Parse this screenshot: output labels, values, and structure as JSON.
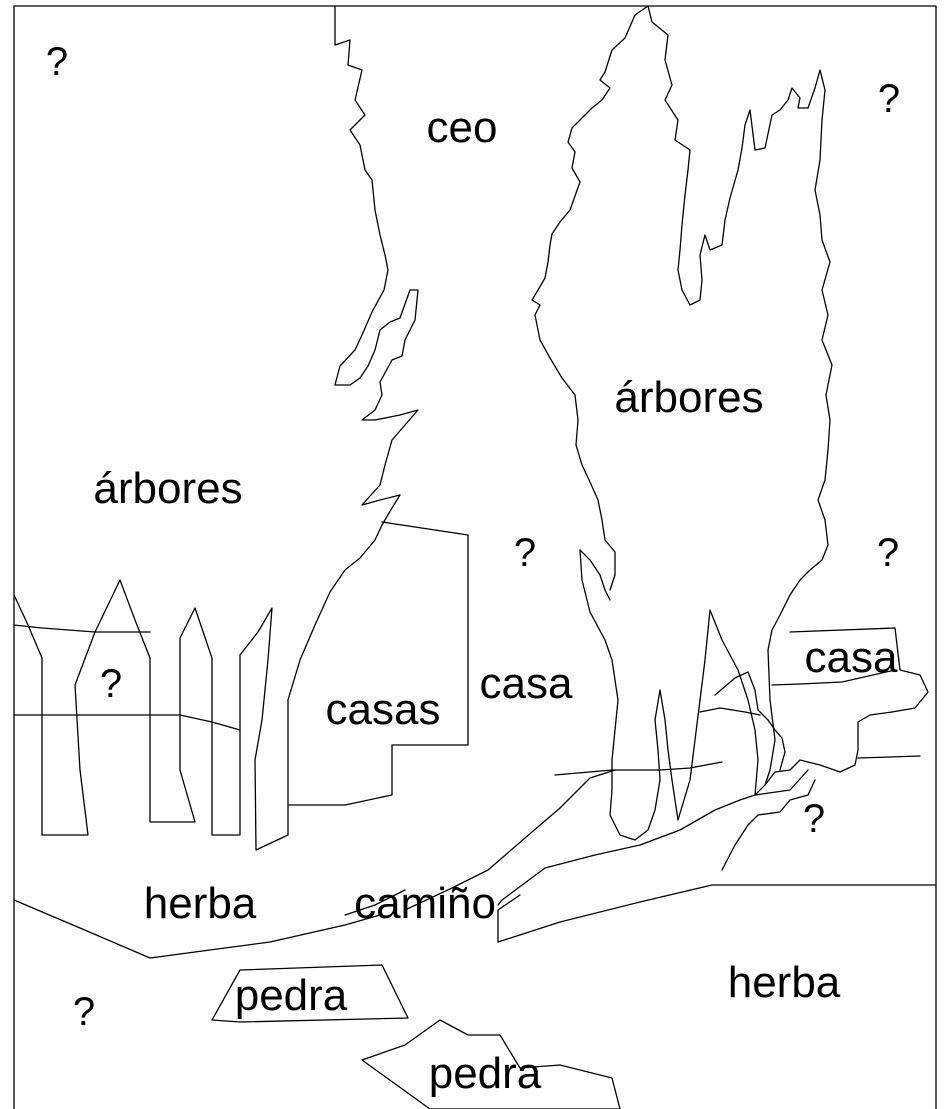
{
  "labels": {
    "ceo": "ceo",
    "arbores_right": "árbores",
    "arbores_left": "árbores",
    "casas": "casas",
    "casa_center": "casa",
    "casa_right": "casa",
    "herba_left": "herba",
    "camino": "camiño",
    "herba_right": "herba",
    "pedra_upper": "pedra",
    "pedra_lower": "pedra"
  },
  "unknown_mark": "?"
}
